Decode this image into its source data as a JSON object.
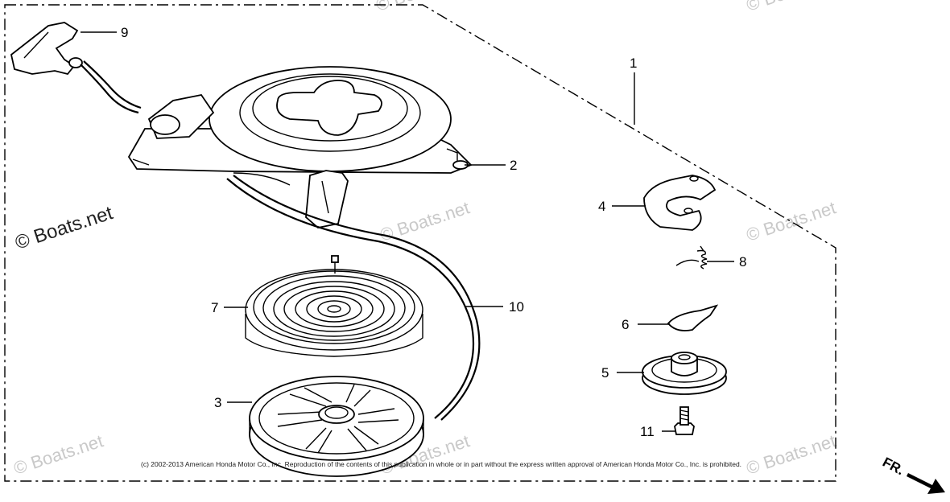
{
  "diagram": {
    "callouts": {
      "c1": "1",
      "c2": "2",
      "c3": "3",
      "c4": "4",
      "c5": "5",
      "c6": "6",
      "c7": "7",
      "c8": "8",
      "c9": "9",
      "c10": "10",
      "c11": "11"
    },
    "watermark": "© Boats.net",
    "copyright": "(c) 2002-2013 American Honda Motor Co., Inc. Reproduction of the contents of this publication in whole or in part without the express written approval of American Honda Motor Co., Inc. is prohibited.",
    "direction_label": "FR."
  }
}
